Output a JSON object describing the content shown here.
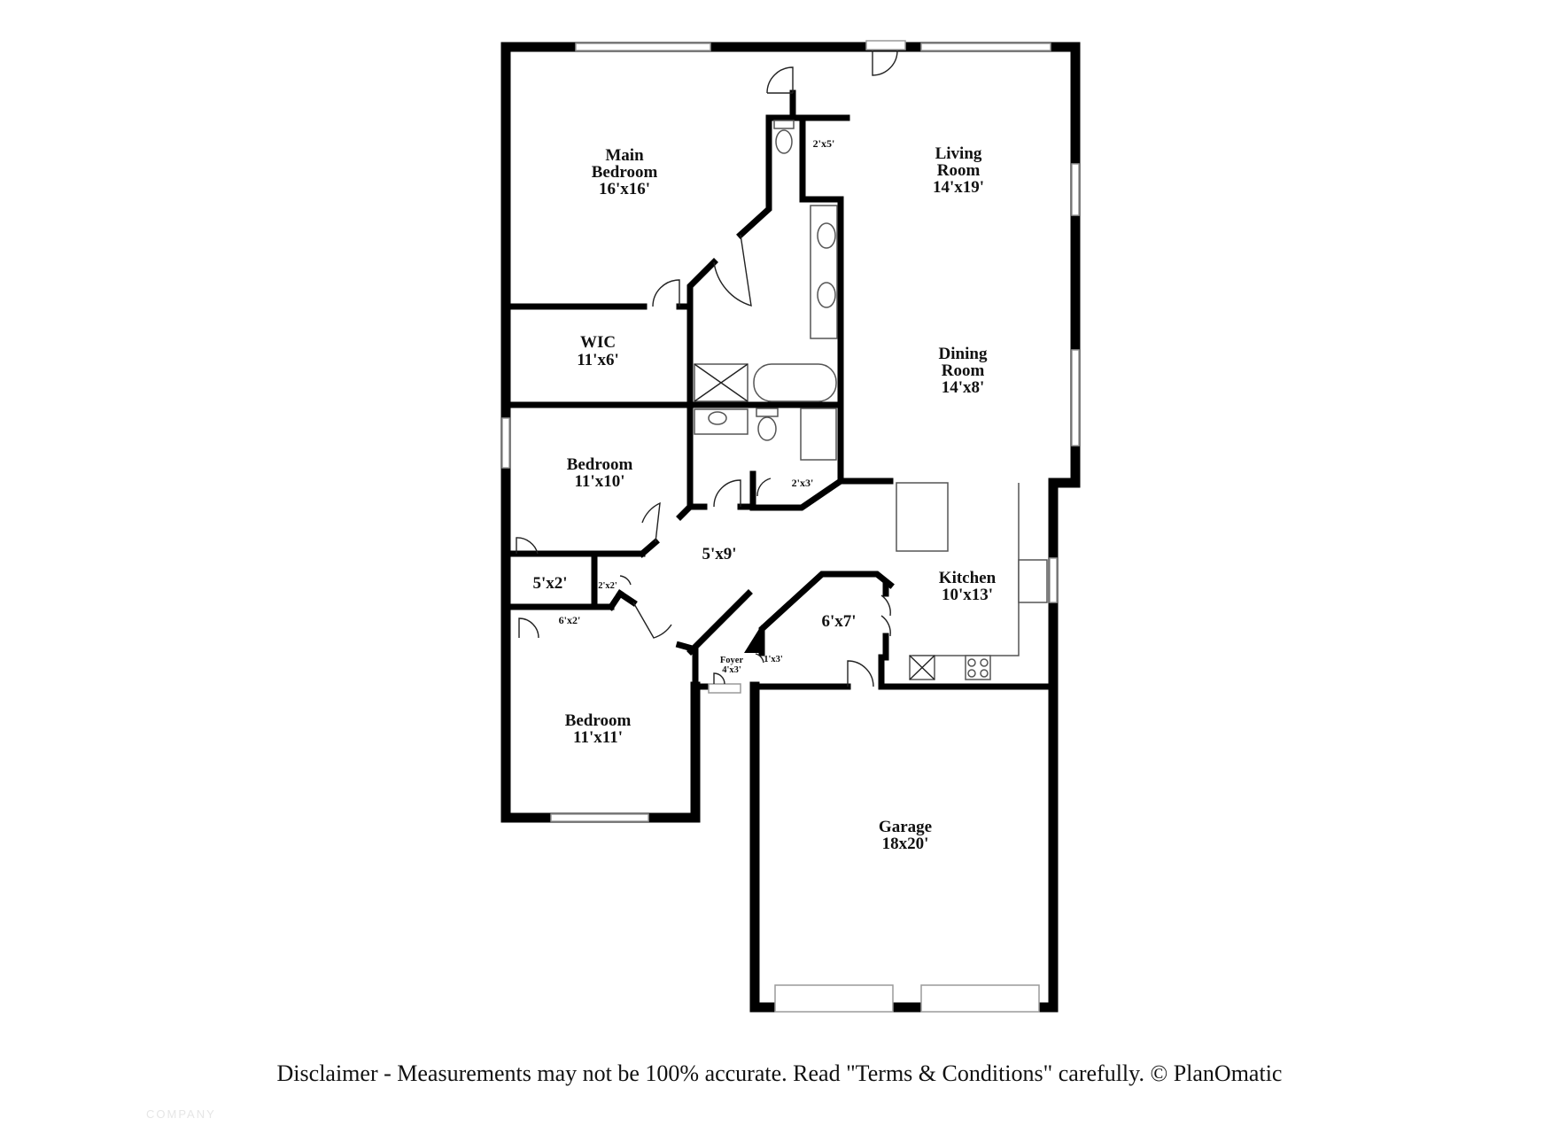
{
  "rooms": {
    "main_bedroom": {
      "line1": "Main",
      "line2": "Bedroom",
      "dims": "16'x16'"
    },
    "living_room": {
      "line1": "Living",
      "line2": "Room",
      "dims": "14'x19'"
    },
    "dining_room": {
      "line1": "Dining",
      "line2": "Room",
      "dims": "14'x8'"
    },
    "wic": {
      "line1": "WIC",
      "dims": "11'x6'"
    },
    "bedroom_2": {
      "line1": "Bedroom",
      "dims": "11'x10'"
    },
    "bedroom_3": {
      "line1": "Bedroom",
      "dims": "11'x11'"
    },
    "hall": {
      "dims": "5'x9'"
    },
    "kitchen": {
      "line1": "Kitchen",
      "dims": "10'x13'"
    },
    "garage": {
      "line1": "Garage",
      "dims": "18x20'"
    },
    "pantry": {
      "dims": "6'x7'"
    },
    "wc_closet": {
      "dims": "2'x5'"
    },
    "linen_closet": {
      "dims": "2'x3'"
    },
    "closet_5x2": {
      "dims": "5'x2'"
    },
    "closet_2x2": {
      "dims": "2'x2'"
    },
    "closet_6x2": {
      "dims": "6'x2'"
    },
    "foyer": {
      "line1": "Foyer",
      "dims": "4'x3'"
    },
    "coat_closet": {
      "dims": "1'x3'"
    }
  },
  "disclaimer": "Disclaimer - Measurements may not be 100% accurate. Read \"Terms & Conditions\" carefully. © PlanOmatic",
  "watermark": "COMPANY"
}
